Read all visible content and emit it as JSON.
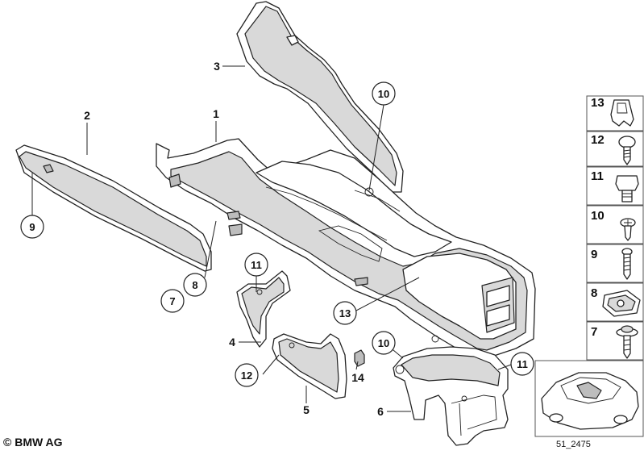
{
  "callouts": {
    "c1": "1",
    "c2": "2",
    "c3": "3",
    "c4": "4",
    "c5": "5",
    "c6": "6",
    "c7": "7",
    "c8": "8",
    "c9": "9",
    "c10a": "10",
    "c10b": "10",
    "c11a": "11",
    "c11b": "11",
    "c12": "12",
    "c13": "13",
    "c14": "14"
  },
  "legend": [
    {
      "number": "13",
      "icon": "clip-nut-icon"
    },
    {
      "number": "12",
      "icon": "round-head-screw-icon"
    },
    {
      "number": "11",
      "icon": "hex-bolt-icon"
    },
    {
      "number": "10",
      "icon": "pan-head-screw-icon"
    },
    {
      "number": "9",
      "icon": "self-tapping-screw-icon"
    },
    {
      "number": "8",
      "icon": "spring-nut-icon"
    },
    {
      "number": "7",
      "icon": "collar-screw-icon"
    }
  ],
  "footer": {
    "copyright": "© BMW AG",
    "diagram_id": "51_2475"
  }
}
